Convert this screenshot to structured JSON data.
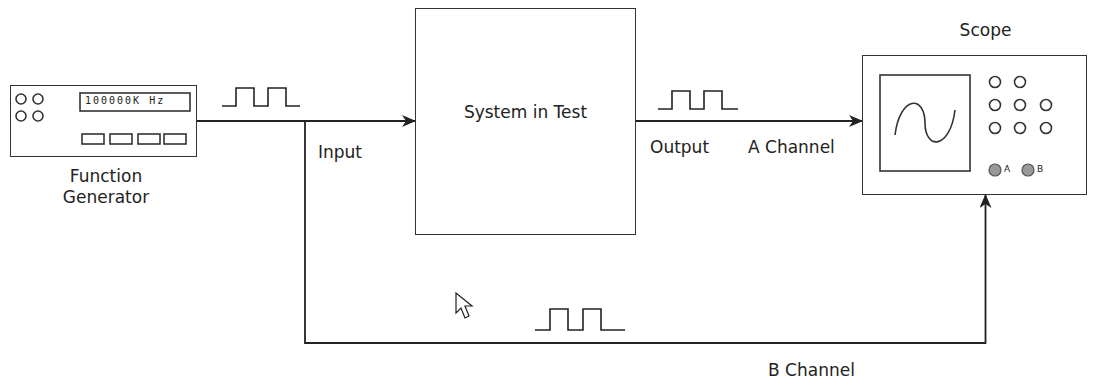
{
  "diagram": {
    "nodes": [
      {
        "text": [
          "Function Generator"
        ]
      },
      {
        "text": [
          "System in Test"
        ]
      },
      {
        "text": [
          "Scope"
        ]
      }
    ],
    "edges": [
      {
        "from": 0,
        "to": 1,
        "arrow": "to"
      },
      {
        "from": 1,
        "to": 2,
        "arrow": "to"
      },
      {
        "from": 0,
        "to": 2,
        "arrow": "to"
      }
    ],
    "labels": [
      "100000K Hz",
      "Input",
      "Output",
      "A Channel",
      "A",
      "B",
      "B Channel"
    ]
  }
}
